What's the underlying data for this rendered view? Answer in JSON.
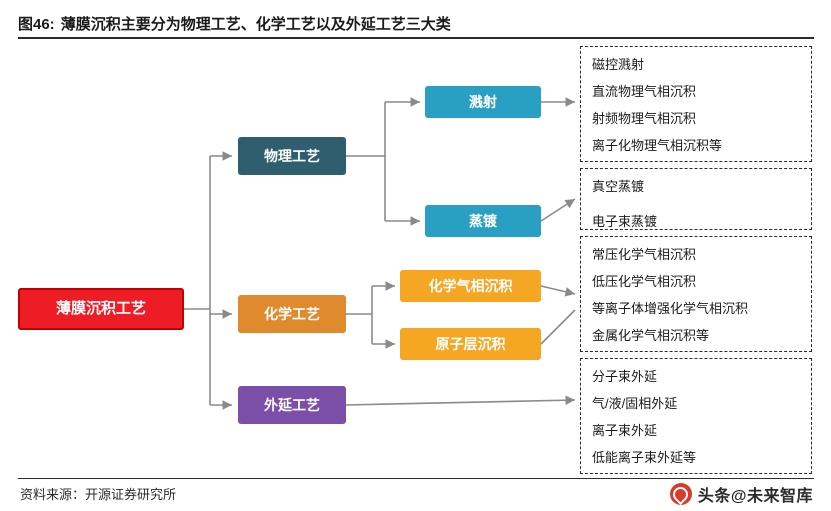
{
  "figure": {
    "label": "图46:",
    "title": "薄膜沉积主要分为物理工艺、化学工艺以及外延工艺三大类",
    "source": "资料来源：开源证券研究所"
  },
  "watermark": {
    "text": "头条@未来智库",
    "logo_icon": "flame-icon"
  },
  "colors": {
    "root": "#ee1c25",
    "physical": "#2f5f6e",
    "chemical": "#e08a2e",
    "epitaxy": "#7b4fa8",
    "blue_child": "#2a9fc4",
    "orange_child": "#f5a623",
    "line": "#8a8a8a",
    "text": "#1a1a1a"
  },
  "nodes": {
    "root": "薄膜沉积工艺",
    "level1": [
      {
        "id": "physical",
        "label": "物理工艺"
      },
      {
        "id": "chemical",
        "label": "化学工艺"
      },
      {
        "id": "epitaxy",
        "label": "外延工艺"
      }
    ],
    "level2": [
      {
        "id": "sputter",
        "label": "溅射"
      },
      {
        "id": "evap",
        "label": "蒸镀"
      },
      {
        "id": "cvd",
        "label": "化学气相沉积"
      },
      {
        "id": "ald",
        "label": "原子层沉积"
      }
    ]
  },
  "groups": [
    {
      "id": "sputter-items",
      "items": [
        "磁控溅射",
        "直流物理气相沉积",
        "射频物理气相沉积",
        "离子化物理气相沉积等"
      ]
    },
    {
      "id": "evap-items",
      "items": [
        "真空蒸镀",
        "电子束蒸镀"
      ]
    },
    {
      "id": "cvd-items",
      "items": [
        "常压化学气相沉积",
        "低压化学气相沉积",
        "等离子体增强化学气相沉积",
        "金属化学气相沉积等"
      ]
    },
    {
      "id": "epitaxy-items",
      "items": [
        "分子束外延",
        "气/液/固相外延",
        "离子束外延",
        "低能离子束外延等"
      ]
    }
  ]
}
